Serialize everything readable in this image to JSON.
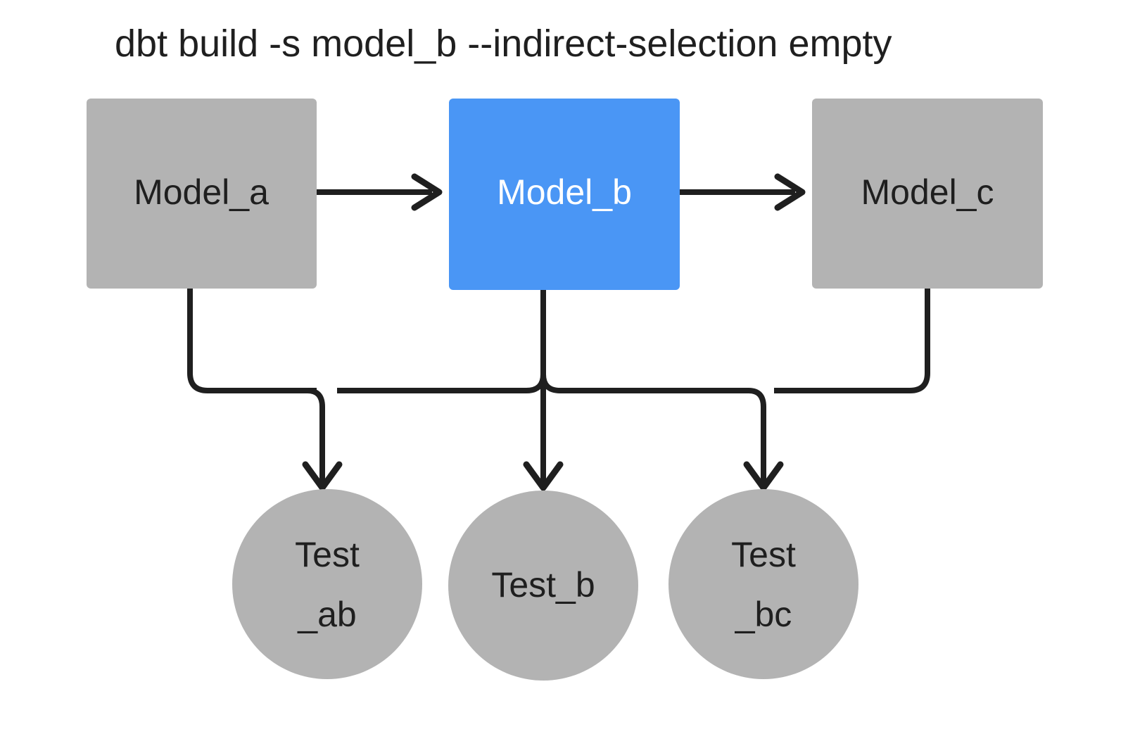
{
  "diagram": {
    "title": "dbt build -s model_b --indirect-selection empty",
    "colors": {
      "background": "#ffffff",
      "node_default": "#b3b3b3",
      "node_selected": "#4a96f5",
      "edge": "#1f1f1f",
      "text_default": "#1f1f1f",
      "text_selected": "#ffffff"
    },
    "models": [
      {
        "id": "model_a",
        "label": "Model_a",
        "shape": "rectangle",
        "state": "unselected",
        "fill": "#b3b3b3",
        "text_color": "#1f1f1f"
      },
      {
        "id": "model_b",
        "label": "Model_b",
        "shape": "rectangle",
        "state": "selected",
        "fill": "#4a96f5",
        "text_color": "#ffffff"
      },
      {
        "id": "model_c",
        "label": "Model_c",
        "shape": "rectangle",
        "state": "unselected",
        "fill": "#b3b3b3",
        "text_color": "#1f1f1f"
      }
    ],
    "tests": [
      {
        "id": "test_ab",
        "label": "Test_ab",
        "line1": "Test",
        "line2": "_ab",
        "shape": "circle",
        "state": "unselected",
        "fill": "#b3b3b3",
        "text_color": "#1f1f1f"
      },
      {
        "id": "test_b",
        "label": "Test_b",
        "line1": "Test_b",
        "line2": "",
        "shape": "circle",
        "state": "unselected",
        "fill": "#b3b3b3",
        "text_color": "#1f1f1f"
      },
      {
        "id": "test_bc",
        "label": "Test_bc",
        "line1": "Test",
        "line2": "_bc",
        "shape": "circle",
        "state": "unselected",
        "fill": "#b3b3b3",
        "text_color": "#1f1f1f"
      }
    ],
    "edges": [
      {
        "id": "edge-a-to-b",
        "from": "model_a",
        "to": "model_b",
        "direction": "right"
      },
      {
        "id": "edge-b-to-c",
        "from": "model_b",
        "to": "model_c",
        "direction": "right"
      },
      {
        "id": "edge-a-to-test-ab",
        "from": "model_a",
        "to": "test_ab",
        "direction": "down"
      },
      {
        "id": "edge-b-to-test-ab",
        "from": "model_b",
        "to": "test_ab",
        "direction": "down"
      },
      {
        "id": "edge-b-to-test-b",
        "from": "model_b",
        "to": "test_b",
        "direction": "down"
      },
      {
        "id": "edge-b-to-test-bc",
        "from": "model_b",
        "to": "test_bc",
        "direction": "down"
      },
      {
        "id": "edge-c-to-test-bc",
        "from": "model_c",
        "to": "test_bc",
        "direction": "down"
      }
    ]
  }
}
